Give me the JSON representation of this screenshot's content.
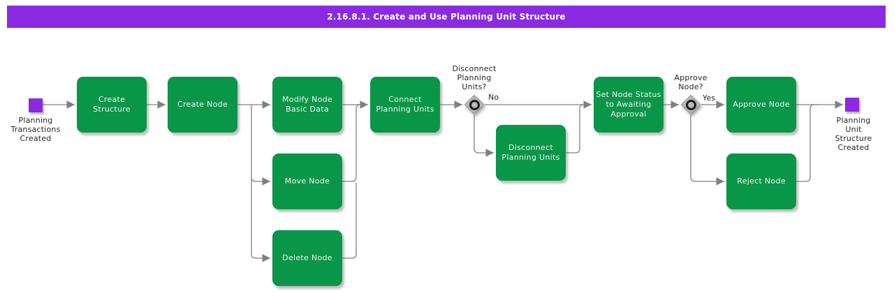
{
  "title": "2.16.8.1. Create and Use Planning Unit Structure",
  "events": {
    "start": {
      "label": "Planning Transactions Created"
    },
    "end": {
      "label": "Planning Unit Structure Created"
    }
  },
  "tasks": {
    "create_structure": "Create Structure",
    "create_node": "Create Node",
    "modify_node": "Modify Node Basic Data",
    "move_node": "Move Node",
    "delete_node": "Delete Node",
    "connect_units": "Connect Planning Units",
    "disconnect_units": "Disconnect Planning Units",
    "set_status": "Set Node Status to Awaiting Approval",
    "approve_node": "Approve Node",
    "reject_node": "Reject Node"
  },
  "gateways": {
    "disconnect": {
      "question": "Disconnect Planning Units?",
      "branch_label": "No"
    },
    "approve": {
      "question": "Approve Node?",
      "branch_label": "Yes"
    }
  },
  "colors": {
    "accent_purple": "#8a2be2",
    "task_green": "#0a9648",
    "connector_gray": "#808080",
    "gateway_gray": "#b9b9b9"
  }
}
